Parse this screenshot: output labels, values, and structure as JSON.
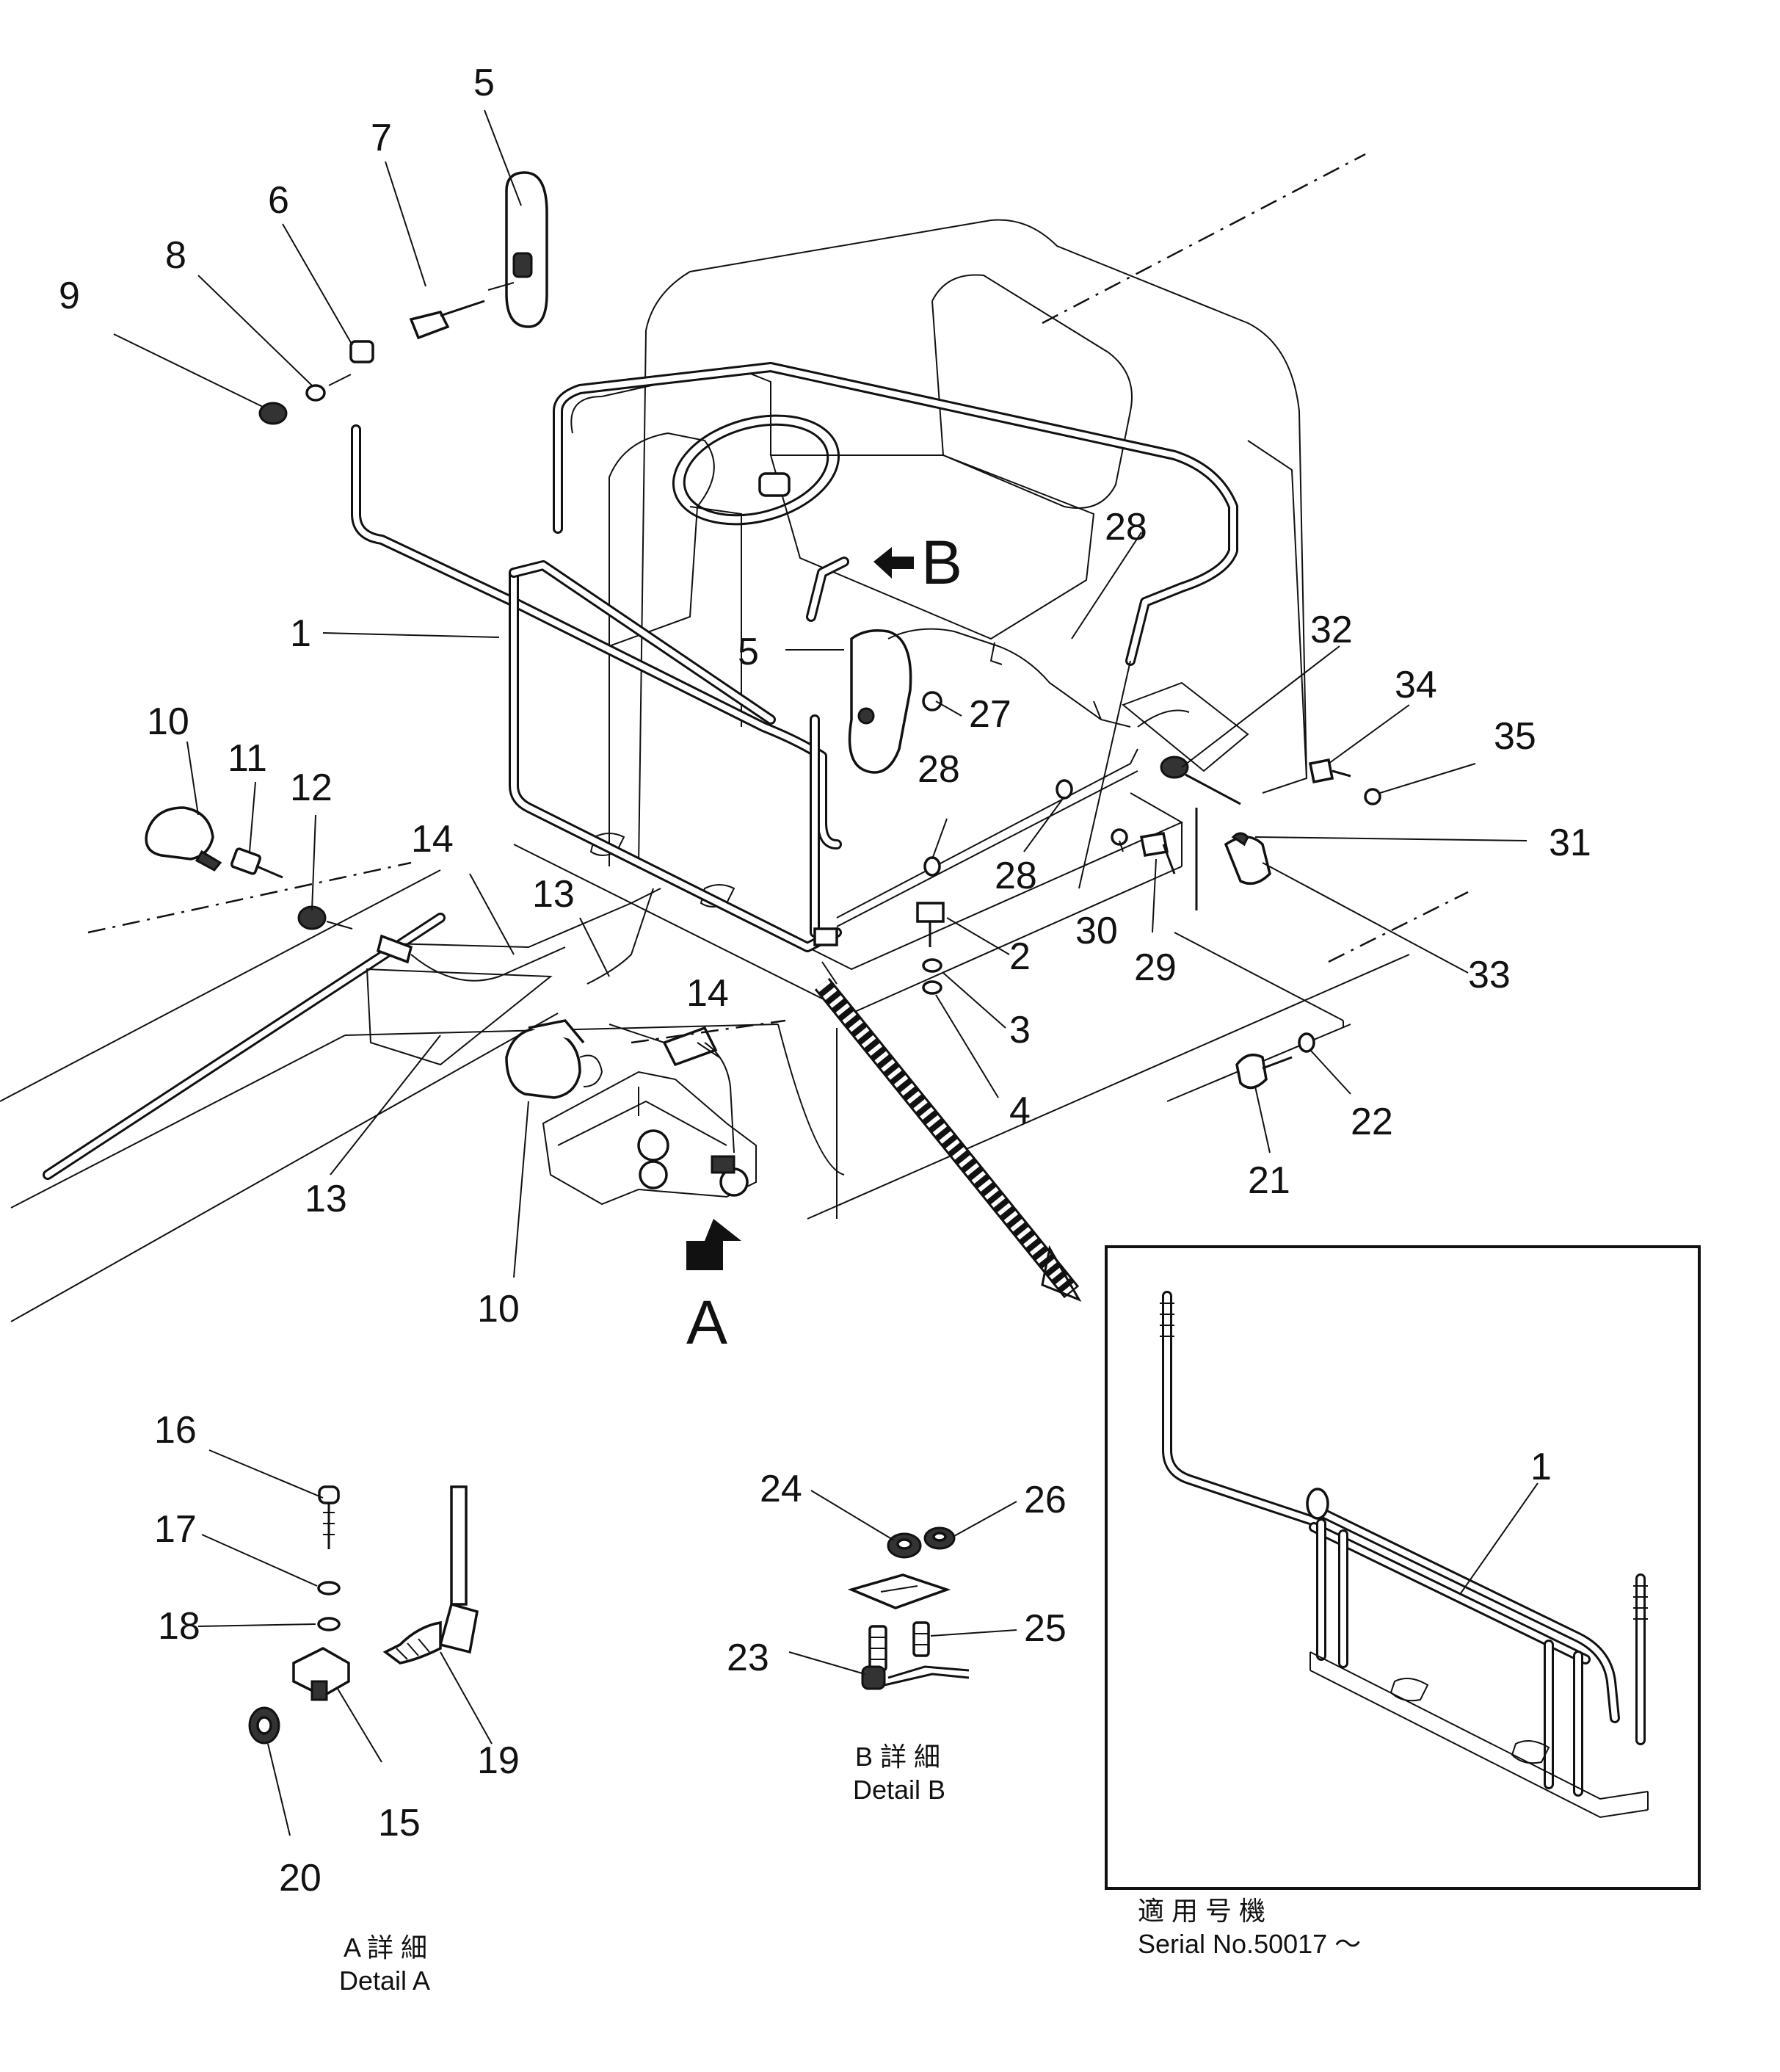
{
  "callouts": {
    "c1": "1",
    "c2": "2",
    "c3": "3",
    "c4": "4",
    "c5": "5",
    "c6": "6",
    "c7": "7",
    "c8": "8",
    "c9": "9",
    "c10": "10",
    "c11": "11",
    "c12": "12",
    "c13": "13",
    "c14": "14",
    "c15": "15",
    "c16": "16",
    "c17": "17",
    "c18": "18",
    "c19": "19",
    "c20": "20",
    "c21": "21",
    "c22": "22",
    "c23": "23",
    "c24": "24",
    "c25": "25",
    "c26": "26",
    "c27": "27",
    "c28": "28",
    "c29": "29",
    "c30": "30",
    "c31": "31",
    "c32": "32",
    "c33": "33",
    "c34": "34",
    "c35": "35"
  },
  "view_markers": {
    "a": "A",
    "b": "B"
  },
  "detail_a": {
    "caption_jp": "A 詳 細",
    "caption_en": "Detail A"
  },
  "detail_b": {
    "caption_jp": "B 詳 細",
    "caption_en": "Detail B"
  },
  "inset": {
    "caption_jp": "適 用 号 機",
    "caption_en": "Serial No.50017 ～"
  }
}
